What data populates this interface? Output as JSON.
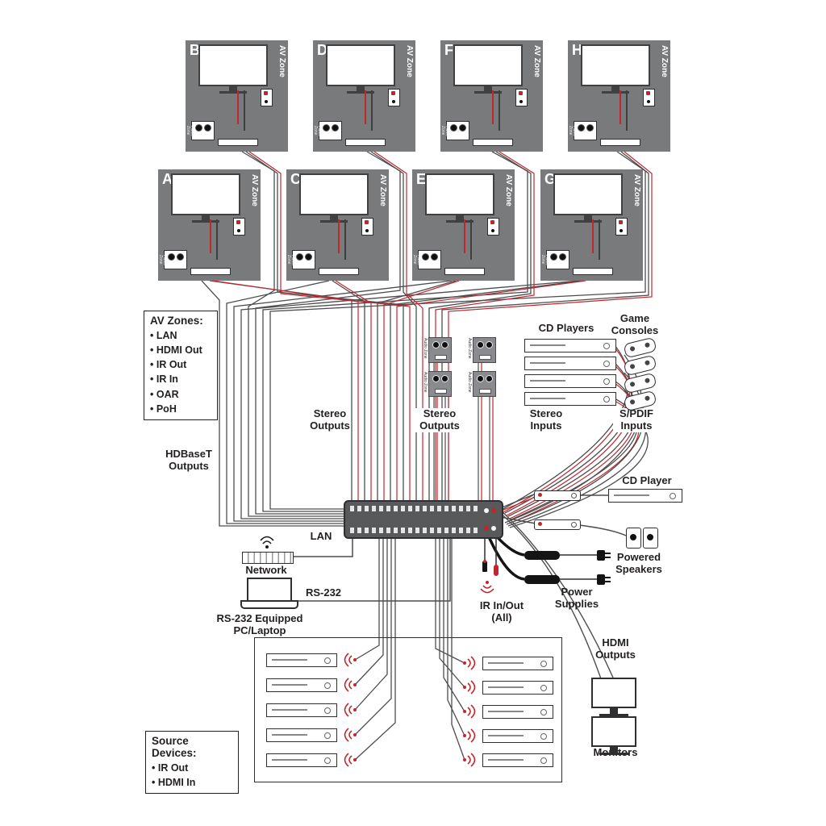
{
  "zones": {
    "side_label": "AV Zone",
    "wallplate_label": "Audio Zone",
    "items": [
      {
        "letter": "B"
      },
      {
        "letter": "D"
      },
      {
        "letter": "F"
      },
      {
        "letter": "H"
      },
      {
        "letter": "A"
      },
      {
        "letter": "C"
      },
      {
        "letter": "E"
      },
      {
        "letter": "G"
      }
    ]
  },
  "av_zones_legend": {
    "title": "AV Zones:",
    "items": [
      "• LAN",
      "• HDMI Out",
      "• IR Out",
      "• IR In",
      "• OAR",
      "• PoH"
    ]
  },
  "source_devices_legend": {
    "title": "Source Devices:",
    "items": [
      "• IR Out",
      "• HDMI In"
    ]
  },
  "labels": {
    "hdbaset_outputs": "HDBaseT Outputs",
    "stereo_outputs_left": "Stereo Outputs",
    "stereo_outputs_center": "Stereo Outputs",
    "stereo_inputs": "Stereo Inputs",
    "spdif_inputs": "S/PDIF Inputs",
    "cd_players": "CD Players",
    "game_consoles": "Game Consoles",
    "cd_player": "CD Player",
    "powered_speakers": "Powered Speakers",
    "power_supplies": "Power Supplies",
    "lan": "LAN",
    "network_switch": "Network Switch",
    "rs232": "RS-232",
    "rs232_pc": "RS-232 Equipped PC/Laptop",
    "ir_in_out": "IR In/Out (All)",
    "hdmi_outputs": "HDMI Outputs",
    "monitors": "Monitors"
  },
  "colors": {
    "zone_gray": "#797a7c",
    "wire_dark": "#4d4d4f",
    "wire_red": "#c0272d"
  }
}
